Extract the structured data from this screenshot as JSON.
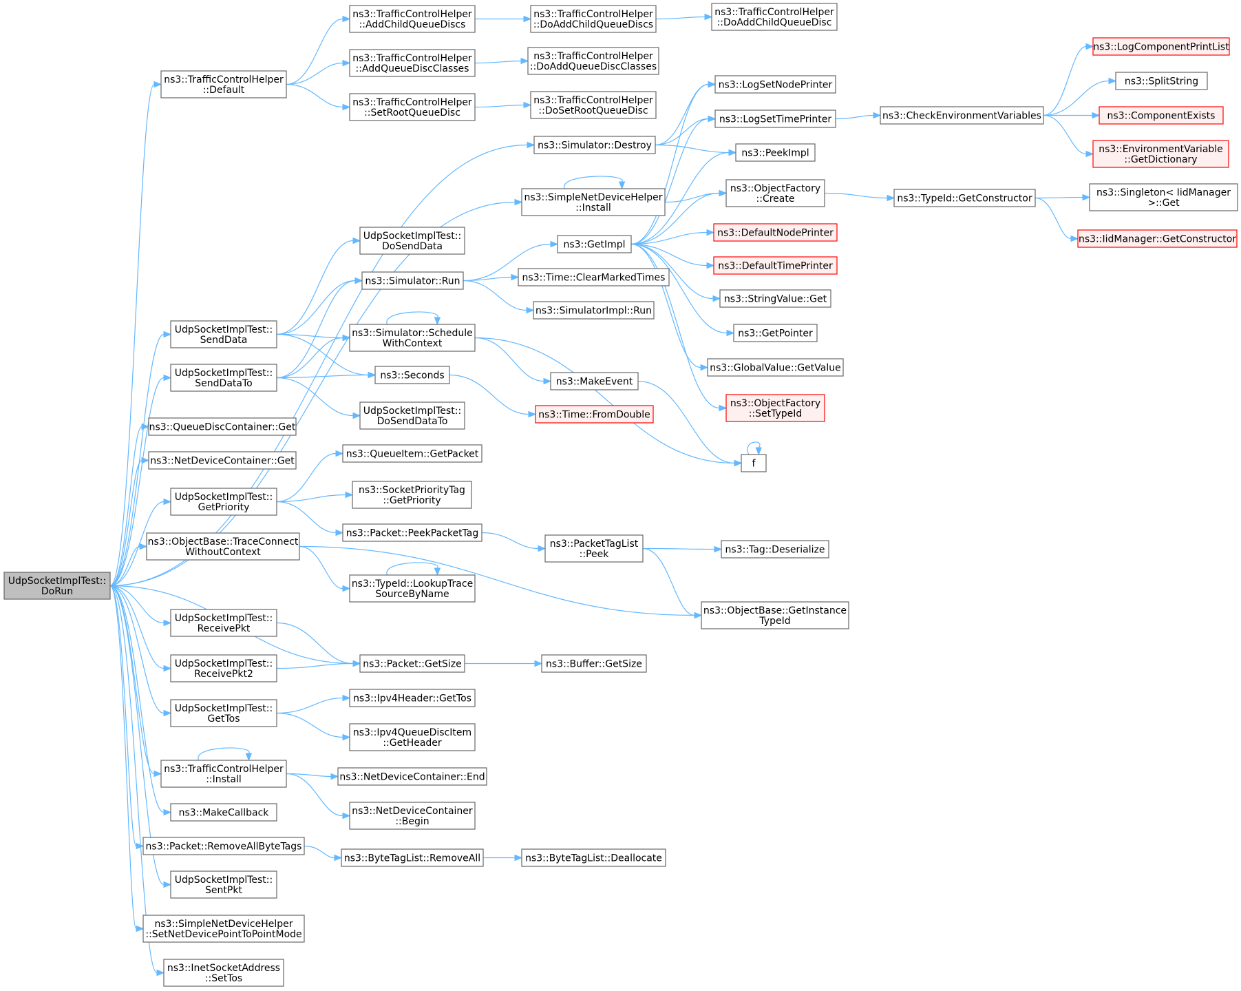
{
  "nodes": [
    {
      "id": "n0",
      "lines": [
        "UdpSocketImplTest::",
        "DoRun"
      ],
      "root": true
    },
    {
      "id": "n1",
      "lines": [
        "ns3::TrafficControlHelper",
        "::Default"
      ]
    },
    {
      "id": "n2",
      "lines": [
        "ns3::TrafficControlHelper",
        "::AddChildQueueDiscs"
      ]
    },
    {
      "id": "n3",
      "lines": [
        "ns3::TrafficControlHelper",
        "::DoAddChildQueueDiscs"
      ]
    },
    {
      "id": "n4",
      "lines": [
        "ns3::TrafficControlHelper",
        "::DoAddChildQueueDisc"
      ]
    },
    {
      "id": "n5",
      "lines": [
        "ns3::TrafficControlHelper",
        "::AddQueueDiscClasses"
      ]
    },
    {
      "id": "n6",
      "lines": [
        "ns3::TrafficControlHelper",
        "::DoAddQueueDiscClasses"
      ]
    },
    {
      "id": "n7",
      "lines": [
        "ns3::TrafficControlHelper",
        "::SetRootQueueDisc"
      ]
    },
    {
      "id": "n8",
      "lines": [
        "ns3::TrafficControlHelper",
        "::DoSetRootQueueDisc"
      ]
    },
    {
      "id": "n9",
      "lines": [
        "ns3::Simulator::Destroy"
      ]
    },
    {
      "id": "n10",
      "lines": [
        "ns3::LogSetNodePrinter"
      ]
    },
    {
      "id": "n11",
      "lines": [
        "ns3::LogSetTimePrinter"
      ]
    },
    {
      "id": "n12",
      "lines": [
        "ns3::CheckEnvironmentVariables"
      ]
    },
    {
      "id": "n13",
      "lines": [
        "ns3::LogComponentPrintList"
      ],
      "missing": true
    },
    {
      "id": "n14",
      "lines": [
        "ns3::SplitString"
      ]
    },
    {
      "id": "n15",
      "lines": [
        "ns3::ComponentExists"
      ],
      "missing": true
    },
    {
      "id": "n16",
      "lines": [
        "ns3::EnvironmentVariable",
        "::GetDictionary"
      ],
      "missing": true
    },
    {
      "id": "n17",
      "lines": [
        "ns3::PeekImpl"
      ]
    },
    {
      "id": "n18",
      "lines": [
        "ns3::SimpleNetDeviceHelper",
        "::Install"
      ]
    },
    {
      "id": "n19",
      "lines": [
        "ns3::ObjectFactory",
        "::Create"
      ]
    },
    {
      "id": "n20",
      "lines": [
        "ns3::TypeId::GetConstructor"
      ]
    },
    {
      "id": "n21",
      "lines": [
        "ns3::Singleton< IidManager",
        ">::Get"
      ]
    },
    {
      "id": "n22",
      "lines": [
        "ns3::IidManager::GetConstructor"
      ],
      "missing": true
    },
    {
      "id": "n23",
      "lines": [
        "UdpSocketImplTest::",
        "DoSendData"
      ]
    },
    {
      "id": "n24",
      "lines": [
        "ns3::GetImpl"
      ]
    },
    {
      "id": "n25",
      "lines": [
        "ns3::DefaultNodePrinter"
      ],
      "missing": true
    },
    {
      "id": "n26",
      "lines": [
        "ns3::Simulator::Run"
      ]
    },
    {
      "id": "n27",
      "lines": [
        "ns3::Time::ClearMarkedTimes"
      ]
    },
    {
      "id": "n28",
      "lines": [
        "ns3::DefaultTimePrinter"
      ],
      "missing": true
    },
    {
      "id": "n29",
      "lines": [
        "ns3::SimulatorImpl::Run"
      ]
    },
    {
      "id": "n30",
      "lines": [
        "ns3::StringValue::Get"
      ]
    },
    {
      "id": "n31",
      "lines": [
        "UdpSocketImplTest::",
        "SendData"
      ]
    },
    {
      "id": "n32",
      "lines": [
        "ns3::Simulator::Schedule",
        "WithContext"
      ]
    },
    {
      "id": "n33",
      "lines": [
        "ns3::GetPointer"
      ]
    },
    {
      "id": "n34",
      "lines": [
        "UdpSocketImplTest::",
        "SendDataTo"
      ]
    },
    {
      "id": "n35",
      "lines": [
        "ns3::GlobalValue::GetValue"
      ]
    },
    {
      "id": "n36",
      "lines": [
        "ns3::Seconds"
      ]
    },
    {
      "id": "n37",
      "lines": [
        "ns3::MakeEvent"
      ]
    },
    {
      "id": "n38",
      "lines": [
        "ns3::Time::FromDouble"
      ],
      "missing": true
    },
    {
      "id": "n39",
      "lines": [
        "ns3::ObjectFactory",
        "::SetTypeId"
      ],
      "missing": true
    },
    {
      "id": "n40",
      "lines": [
        "UdpSocketImplTest::",
        "DoSendDataTo"
      ]
    },
    {
      "id": "n41",
      "lines": [
        "ns3::QueueDiscContainer::Get"
      ]
    },
    {
      "id": "n42",
      "lines": [
        "f"
      ]
    },
    {
      "id": "n43",
      "lines": [
        "ns3::NetDeviceContainer::Get"
      ]
    },
    {
      "id": "n44",
      "lines": [
        "ns3::QueueItem::GetPacket"
      ]
    },
    {
      "id": "n45",
      "lines": [
        "UdpSocketImplTest::",
        "GetPriority"
      ]
    },
    {
      "id": "n46",
      "lines": [
        "ns3::SocketPriorityTag",
        "::GetPriority"
      ]
    },
    {
      "id": "n47",
      "lines": [
        "ns3::Packet::PeekPacketTag"
      ]
    },
    {
      "id": "n48",
      "lines": [
        "ns3::PacketTagList",
        "::Peek"
      ]
    },
    {
      "id": "n49",
      "lines": [
        "ns3::Tag::Deserialize"
      ]
    },
    {
      "id": "n50",
      "lines": [
        "ns3::ObjectBase::TraceConnect",
        "WithoutContext"
      ]
    },
    {
      "id": "n51",
      "lines": [
        "ns3::TypeId::LookupTrace",
        "SourceByName"
      ]
    },
    {
      "id": "n52",
      "lines": [
        "ns3::ObjectBase::GetInstance",
        "TypeId"
      ]
    },
    {
      "id": "n53",
      "lines": [
        "UdpSocketImplTest::",
        "ReceivePkt"
      ]
    },
    {
      "id": "n54",
      "lines": [
        "ns3::Packet::GetSize"
      ]
    },
    {
      "id": "n55",
      "lines": [
        "ns3::Buffer::GetSize"
      ]
    },
    {
      "id": "n56",
      "lines": [
        "UdpSocketImplTest::",
        "ReceivePkt2"
      ]
    },
    {
      "id": "n57",
      "lines": [
        "ns3::Ipv4Header::GetTos"
      ]
    },
    {
      "id": "n58",
      "lines": [
        "UdpSocketImplTest::",
        "GetTos"
      ]
    },
    {
      "id": "n59",
      "lines": [
        "ns3::Ipv4QueueDiscItem",
        "::GetHeader"
      ]
    },
    {
      "id": "n60",
      "lines": [
        "ns3::TrafficControlHelper",
        "::Install"
      ]
    },
    {
      "id": "n61",
      "lines": [
        "ns3::NetDeviceContainer::End"
      ]
    },
    {
      "id": "n62",
      "lines": [
        "ns3::NetDeviceContainer",
        "::Begin"
      ]
    },
    {
      "id": "n63",
      "lines": [
        "ns3::MakeCallback"
      ]
    },
    {
      "id": "n64",
      "lines": [
        "ns3::Packet::RemoveAllByteTags"
      ]
    },
    {
      "id": "n65",
      "lines": [
        "ns3::ByteTagList::RemoveAll"
      ]
    },
    {
      "id": "n66",
      "lines": [
        "ns3::ByteTagList::Deallocate"
      ]
    },
    {
      "id": "n67",
      "lines": [
        "UdpSocketImplTest::",
        "SentPkt"
      ]
    },
    {
      "id": "n68",
      "lines": [
        "ns3::SimpleNetDeviceHelper",
        "::SetNetDevicePointToPointMode"
      ]
    },
    {
      "id": "n69",
      "lines": [
        "ns3::InetSocketAddress",
        "::SetTos"
      ]
    }
  ],
  "edges": [
    [
      "n0",
      "n1"
    ],
    [
      "n0",
      "n9"
    ],
    [
      "n0",
      "n18"
    ],
    [
      "n0",
      "n31"
    ],
    [
      "n0",
      "n34"
    ],
    [
      "n0",
      "n41"
    ],
    [
      "n0",
      "n43"
    ],
    [
      "n0",
      "n45"
    ],
    [
      "n0",
      "n50"
    ],
    [
      "n0",
      "n54"
    ],
    [
      "n0",
      "n53"
    ],
    [
      "n0",
      "n56"
    ],
    [
      "n0",
      "n58"
    ],
    [
      "n0",
      "n60"
    ],
    [
      "n0",
      "n63"
    ],
    [
      "n0",
      "n64"
    ],
    [
      "n0",
      "n67"
    ],
    [
      "n0",
      "n68"
    ],
    [
      "n0",
      "n69"
    ],
    [
      "n1",
      "n2"
    ],
    [
      "n1",
      "n5"
    ],
    [
      "n1",
      "n7"
    ],
    [
      "n2",
      "n3"
    ],
    [
      "n3",
      "n4"
    ],
    [
      "n5",
      "n6"
    ],
    [
      "n7",
      "n8"
    ],
    [
      "n9",
      "n10"
    ],
    [
      "n9",
      "n11"
    ],
    [
      "n9",
      "n17"
    ],
    [
      "n11",
      "n12"
    ],
    [
      "n12",
      "n13"
    ],
    [
      "n12",
      "n14"
    ],
    [
      "n12",
      "n15"
    ],
    [
      "n12",
      "n16"
    ],
    [
      "n18",
      "n18"
    ],
    [
      "n18",
      "n19"
    ],
    [
      "n19",
      "n20"
    ],
    [
      "n20",
      "n21"
    ],
    [
      "n20",
      "n22"
    ],
    [
      "n24",
      "n10"
    ],
    [
      "n24",
      "n11"
    ],
    [
      "n24",
      "n17"
    ],
    [
      "n24",
      "n19"
    ],
    [
      "n24",
      "n25"
    ],
    [
      "n24",
      "n28"
    ],
    [
      "n24",
      "n30"
    ],
    [
      "n24",
      "n33"
    ],
    [
      "n24",
      "n35"
    ],
    [
      "n24",
      "n39"
    ],
    [
      "n26",
      "n24"
    ],
    [
      "n26",
      "n27"
    ],
    [
      "n26",
      "n29"
    ],
    [
      "n31",
      "n23"
    ],
    [
      "n31",
      "n26"
    ],
    [
      "n31",
      "n32"
    ],
    [
      "n31",
      "n36"
    ],
    [
      "n34",
      "n26"
    ],
    [
      "n34",
      "n32"
    ],
    [
      "n34",
      "n36"
    ],
    [
      "n34",
      "n40"
    ],
    [
      "n32",
      "n32"
    ],
    [
      "n32",
      "n37"
    ],
    [
      "n32",
      "n42"
    ],
    [
      "n36",
      "n38"
    ],
    [
      "n37",
      "n42"
    ],
    [
      "n42",
      "n42"
    ],
    [
      "n45",
      "n44"
    ],
    [
      "n45",
      "n46"
    ],
    [
      "n45",
      "n47"
    ],
    [
      "n47",
      "n48"
    ],
    [
      "n48",
      "n49"
    ],
    [
      "n48",
      "n52"
    ],
    [
      "n50",
      "n51"
    ],
    [
      "n50",
      "n52"
    ],
    [
      "n51",
      "n51"
    ],
    [
      "n53",
      "n54"
    ],
    [
      "n56",
      "n54"
    ],
    [
      "n54",
      "n55"
    ],
    [
      "n58",
      "n57"
    ],
    [
      "n58",
      "n59"
    ],
    [
      "n60",
      "n60"
    ],
    [
      "n60",
      "n61"
    ],
    [
      "n60",
      "n62"
    ],
    [
      "n64",
      "n65"
    ],
    [
      "n65",
      "n66"
    ]
  ]
}
